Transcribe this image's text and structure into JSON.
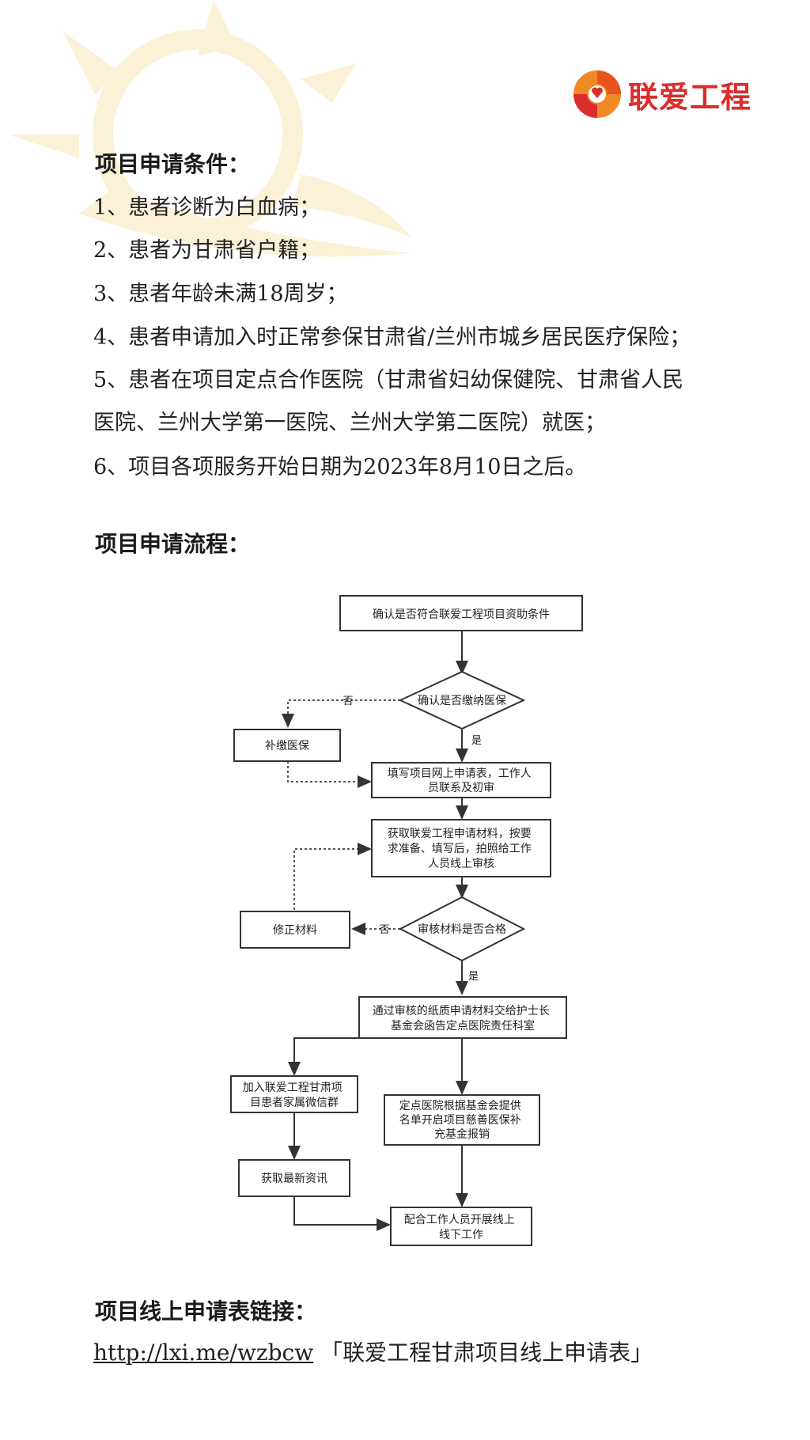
{
  "brand": {
    "name": "联爱工程",
    "color": "#d92e2e"
  },
  "conditions": {
    "heading": "项目申请条件：",
    "items": [
      "1、患者诊断为白血病；",
      "2、患者为甘肃省户籍；",
      "3、患者年龄未满18周岁；",
      "4、患者申请加入时正常参保甘肃省/兰州市城乡居民医疗保险；",
      "5、患者在项目定点合作医院（甘肃省妇幼保健院、甘肃省人民",
      "医院、兰州大学第一医院、兰州大学第二医院）就医；",
      "6、项目各项服务开始日期为2023年8月10日之后。"
    ]
  },
  "process": {
    "heading": "项目申请流程：",
    "nodes": {
      "confirm_eligibility": "确认是否符合联爱工程项目资助条件",
      "check_insurance": "确认是否缴纳医保",
      "pay_insurance": "补缴医保",
      "fill_form": [
        "填写项目网上申请表，工作人",
        "员联系及初审"
      ],
      "get_materials": [
        "获取联爱工程申请材料，按要",
        "求准备、填写后，拍照给工作",
        "人员线上审核"
      ],
      "review": "审核材料是否合格",
      "fix_materials": "修正材料",
      "submit_paper": [
        "通过审核的纸质申请材料交给护士长",
        "基金会函告定点医院责任科室"
      ],
      "join_group": [
        "加入联爱工程甘肃项",
        "目患者家属微信群"
      ],
      "hospital_start": [
        "定点医院根据基金会提供",
        "名单开启项目慈善医保补",
        "充基金报销"
      ],
      "get_news": "获取最新资讯",
      "cooperate": [
        "配合工作人员开展线上",
        "线下工作"
      ]
    },
    "labels": {
      "no": "否",
      "yes": "是"
    }
  },
  "online_form": {
    "heading": "项目线上申请表链接：",
    "url": "http://lxi.me/wzbcw",
    "title": "「联爱工程甘肃项目线上申请表」"
  }
}
